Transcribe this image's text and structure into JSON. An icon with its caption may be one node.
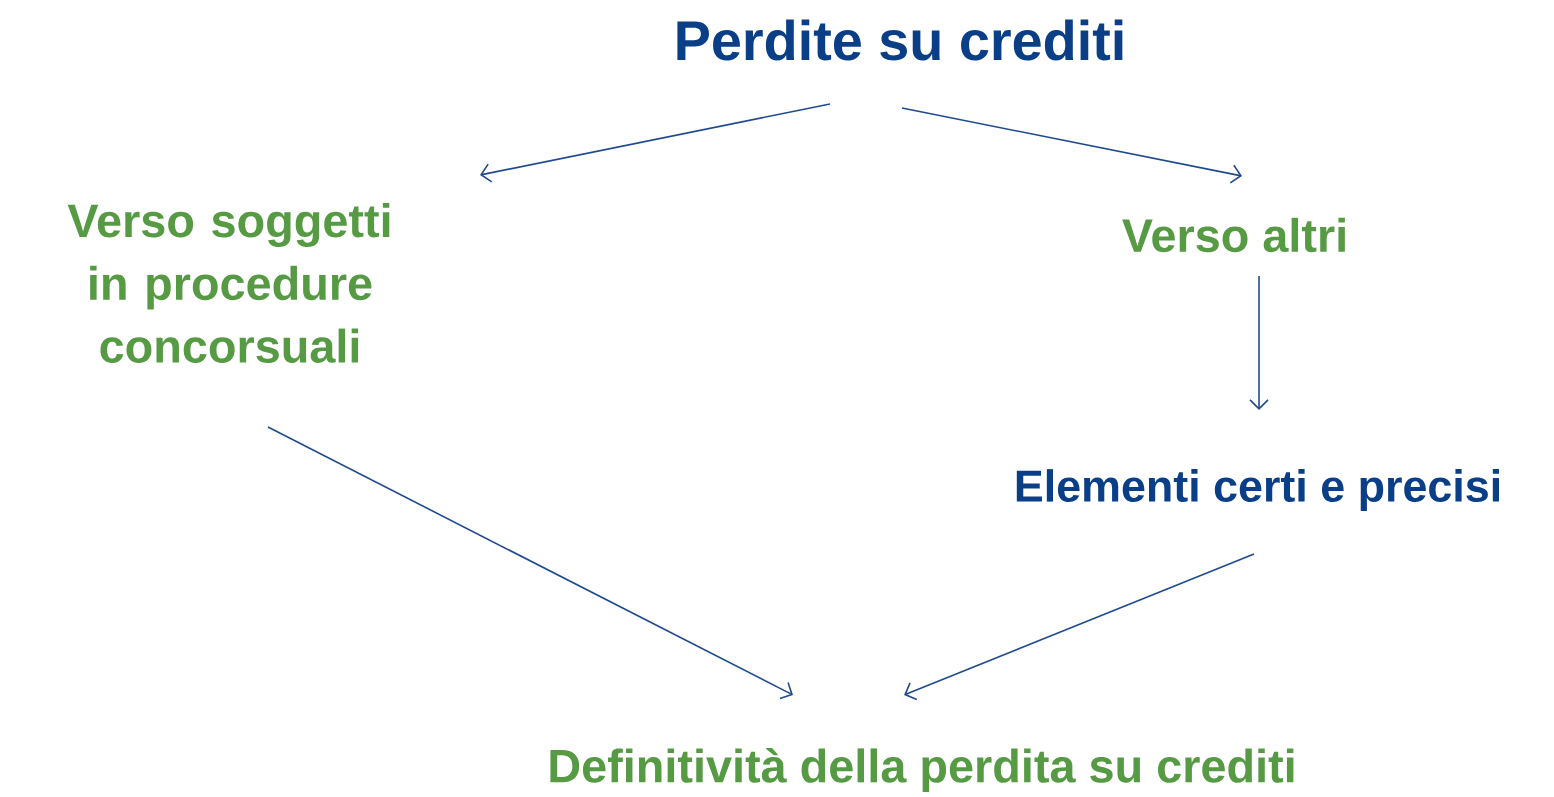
{
  "diagram": {
    "nodes": [
      {
        "text": [
          "Perdite su crediti"
        ]
      },
      {
        "text": [
          "Verso soggetti in procedure concorsuali"
        ]
      },
      {
        "text": [
          "Verso altri"
        ]
      },
      {
        "text": [
          "Elementi certi e precisi"
        ]
      },
      {
        "text": [
          "Definitività della perdita su crediti"
        ]
      }
    ],
    "edges": [
      {
        "from": 0,
        "to": 1,
        "arrow": "to"
      },
      {
        "from": 0,
        "to": 2,
        "arrow": "to"
      },
      {
        "from": 2,
        "to": 3,
        "arrow": "to"
      },
      {
        "from": 1,
        "to": 4,
        "arrow": "to"
      },
      {
        "from": 3,
        "to": 4,
        "arrow": "to"
      }
    ]
  }
}
